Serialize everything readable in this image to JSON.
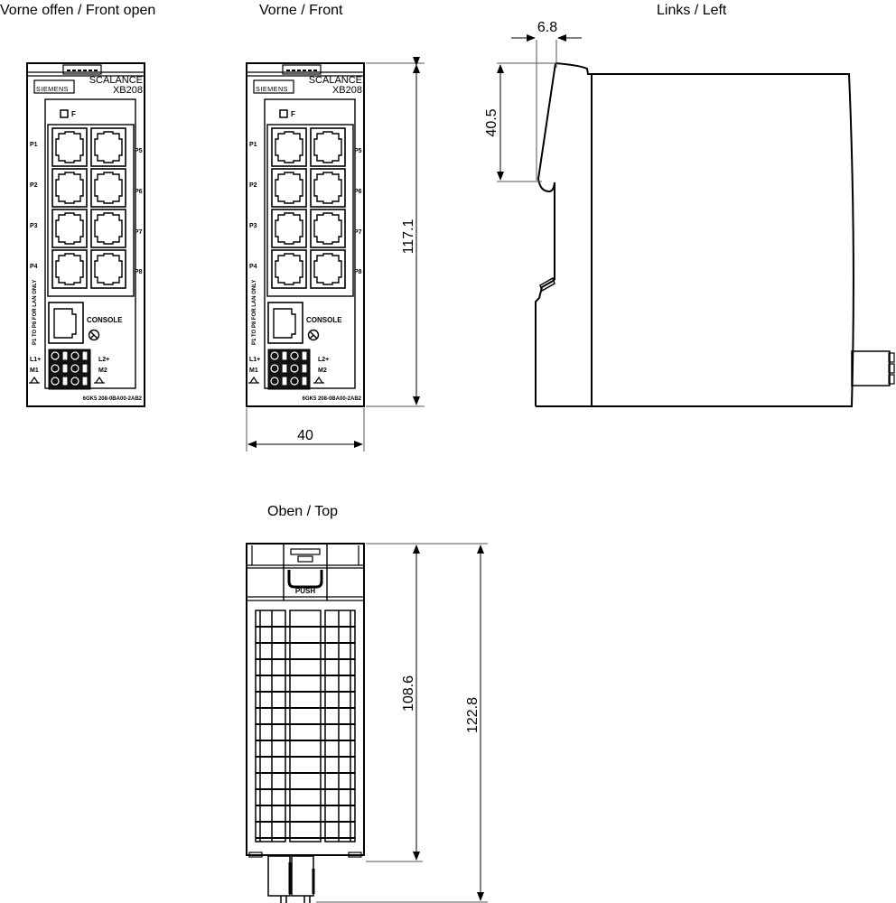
{
  "views": {
    "front_open": {
      "title": "Vorne offen / Front open",
      "brand": "SIEMENS",
      "product_line": "SCALANCE",
      "model": "XB208",
      "fault_led_label": "F",
      "ports_left": [
        "P1",
        "P2",
        "P3",
        "P4"
      ],
      "ports_right": [
        "P5",
        "P6",
        "P7",
        "P8"
      ],
      "side_note": "P1 TO P8 FOR LAN ONLY",
      "console_label": "CONSOLE",
      "power_labels_left": [
        "L1+",
        "M1"
      ],
      "power_labels_right": [
        "L2+",
        "M2"
      ],
      "order_number": "6GK5 208-0BA00-2AB2"
    },
    "front": {
      "title": "Vorne / Front",
      "brand": "SIEMENS",
      "product_line": "SCALANCE",
      "model": "XB208",
      "fault_led_label": "F",
      "ports_left": [
        "P1",
        "P2",
        "P3",
        "P4"
      ],
      "ports_right": [
        "P5",
        "P6",
        "P7",
        "P8"
      ],
      "side_note": "P1 TO P8 FOR LAN ONLY",
      "console_label": "CONSOLE",
      "power_labels_left": [
        "L1+",
        "M1"
      ],
      "power_labels_right": [
        "L2+",
        "M2"
      ],
      "order_number": "6GK5 208-0BA00-2AB2",
      "dimensions": {
        "height": "117.1",
        "width": "40"
      }
    },
    "left": {
      "title": "Links / Left",
      "dimensions": {
        "clip_depth": "6.8",
        "clip_height": "40.5"
      }
    },
    "top": {
      "title": "Oben / Top",
      "push_label": "PUSH",
      "dimensions": {
        "body_depth": "108.6",
        "total_depth": "122.8"
      }
    }
  }
}
